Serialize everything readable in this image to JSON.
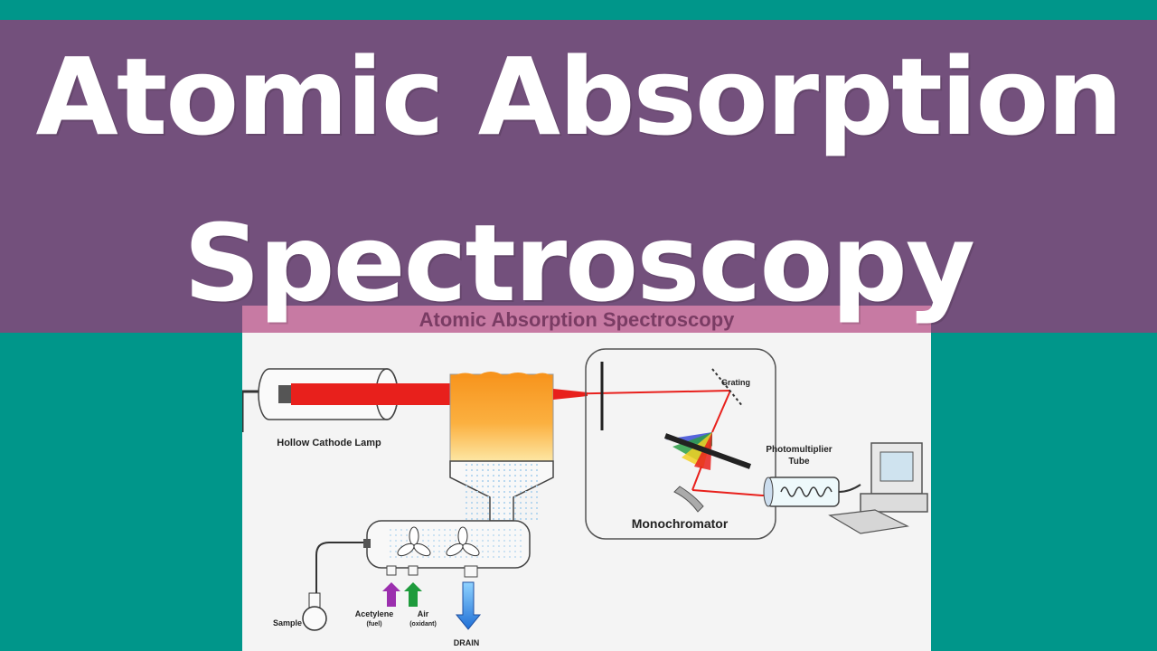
{
  "thumbnail": {
    "title_line_1": "Atomic Absorption",
    "title_line_2": "Spectroscopy",
    "colors": {
      "background": "#00968a",
      "banner": "#73507c",
      "title_text": "#ffffff"
    }
  },
  "diagram": {
    "header": "Atomic Absorption Spectroscopy",
    "labels": {
      "lamp": "Hollow Cathode Lamp",
      "grating": "Grating",
      "photomultiplier_line1": "Photomultiplier",
      "photomultiplier_line2": "Tube",
      "monochromator": "Monochromator",
      "sample": "Sample",
      "acetylene": "Acetylene",
      "acetylene_sub": "(fuel)",
      "air": "Air",
      "air_sub": "(oxidant)",
      "drain": "DRAIN"
    },
    "colors": {
      "beam": "#e8201c",
      "flame_top": "#f7941d",
      "flame_bottom": "#fde9a8",
      "header_bar": "#c77aa3",
      "acetylene_arrow": "#9b2fae",
      "air_arrow": "#1e9b3c",
      "drain_arrow": "#1f6fd6"
    },
    "icons": [
      "computer-icon",
      "keyboard-icon",
      "fan-icon",
      "flask-icon"
    ]
  }
}
